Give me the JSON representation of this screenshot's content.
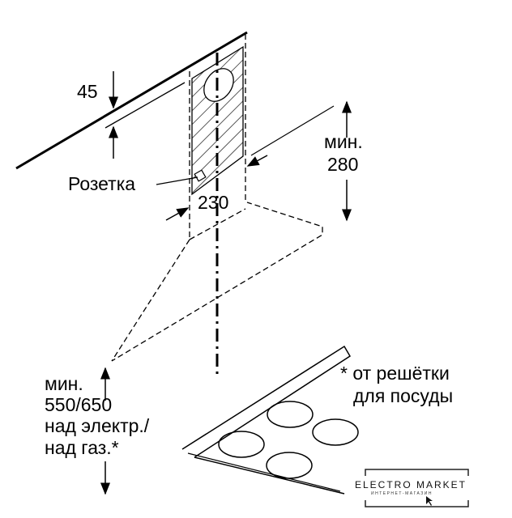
{
  "labels": {
    "dim_45": "45",
    "socket": "Розетка",
    "dim_230": "230",
    "min_280_line1": "мин.",
    "min_280_line2": "280",
    "min_height_line1": "мин.",
    "min_height_line2": "550/650",
    "min_height_line3": "над электр./",
    "min_height_line4": "над газ.*",
    "footnote_line1": "* от решётки",
    "footnote_line2": "для посуды"
  },
  "logo": {
    "name": "ELECTRO MARKET",
    "subtitle": "ИНТЕРНЕТ-МАГАЗИН"
  }
}
